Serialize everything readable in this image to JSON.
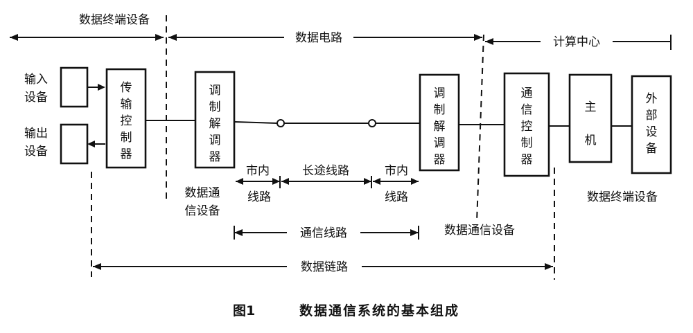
{
  "spans": {
    "data_terminal_left": "数据终端设备",
    "data_circuit": "数据电路",
    "computer_center": "计算中心",
    "local_line_left": "市内",
    "local_line_left_2": "线路",
    "long_distance_line": "长途线路",
    "local_line_right": "市内",
    "local_line_right_2": "线路",
    "comm_line": "通信线路",
    "data_link": "数据链路",
    "data_comm_left_1": "数据通",
    "data_comm_left_2": "信设备",
    "data_comm_right": "数据通信设备",
    "data_terminal_right": "数据终端设备"
  },
  "boxes": {
    "input_device": [
      "输入",
      "设备"
    ],
    "output_device": [
      "输出",
      "设备"
    ],
    "transmission_controller": [
      "传",
      "输",
      "控",
      "制",
      "器"
    ],
    "modem_left": [
      "调",
      "制",
      "解",
      "调",
      "器"
    ],
    "modem_right": [
      "调",
      "制",
      "解",
      "调",
      "器"
    ],
    "comm_controller": [
      "通",
      "信",
      "控",
      "制",
      "器"
    ],
    "host": [
      "主",
      "机"
    ],
    "peripheral": [
      "外",
      "部",
      "设",
      "备"
    ]
  },
  "caption": {
    "figure_no": "图1",
    "title": "数据通信系统的基本组成"
  }
}
